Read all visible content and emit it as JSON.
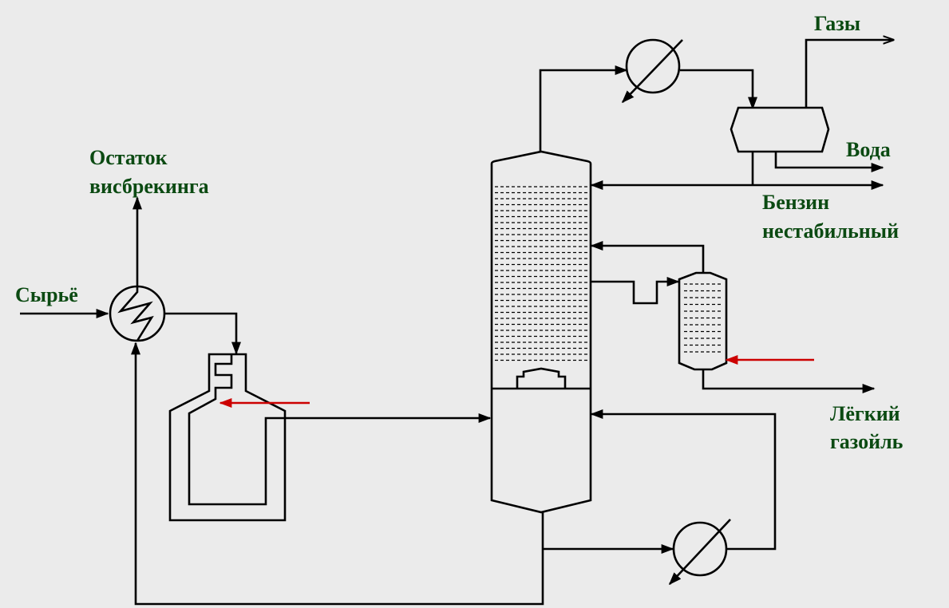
{
  "colors": {
    "background": "#ebebeb",
    "line": "#000000",
    "label_text": "#0b4a12",
    "heat_arrow": "#cc0000"
  },
  "labels": {
    "gases": "Газы",
    "water": "Вода",
    "gasoline_line1": "Бензин",
    "gasoline_line2": "нестабильный",
    "residue_line1": "Остаток",
    "residue_line2": "висбрекинга",
    "feed": "Сырьё",
    "light_gasoil_line1": "Лёгкий",
    "light_gasoil_line2": "газойль"
  },
  "icons": {
    "heat_exchanger": "heat-exchanger-icon",
    "cooler": "cooler-icon",
    "furnace": "furnace-icon",
    "column": "distillation-column-icon",
    "separator": "separator-drum-icon",
    "stripper": "stripper-column-icon"
  }
}
